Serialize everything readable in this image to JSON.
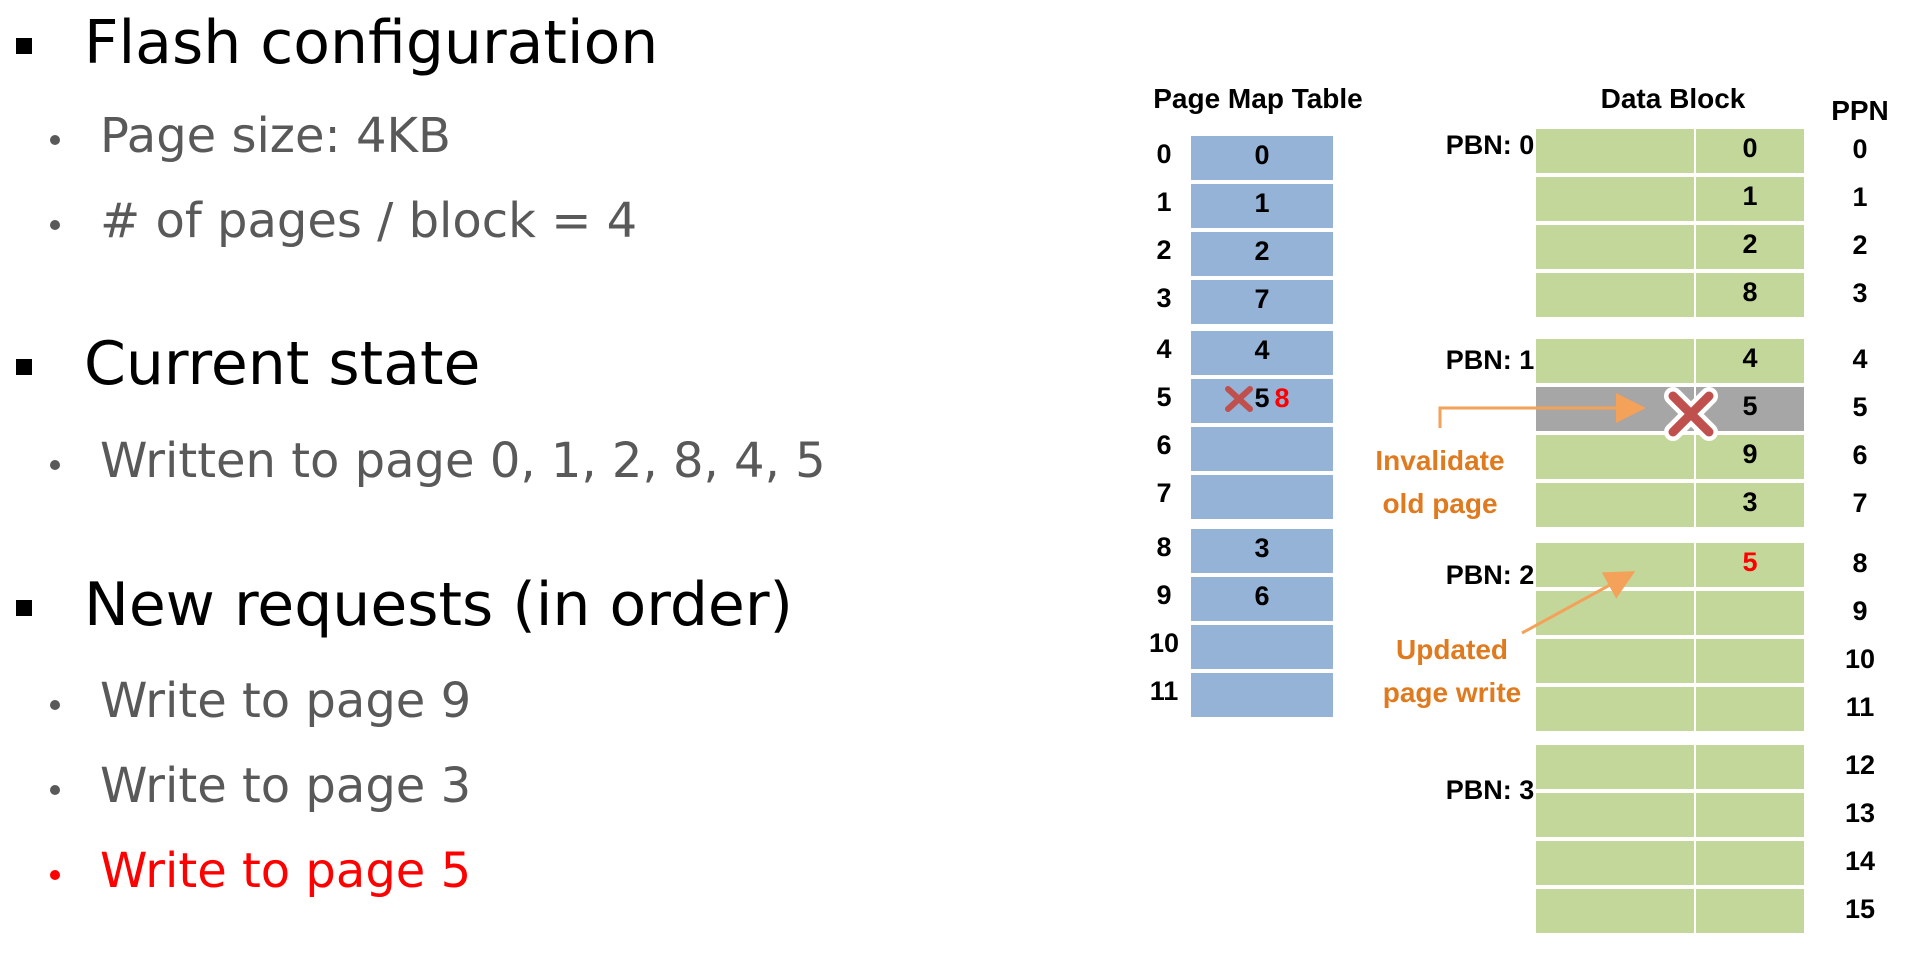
{
  "slide": {
    "sections": [
      {
        "title": "Flash configuration",
        "items": [
          "Page size: 4KB",
          "# of pages / block = 4"
        ]
      },
      {
        "title": "Current state",
        "items": [
          "Written to page 0, 1, 2, 8, 4, 5"
        ]
      },
      {
        "title": "New requests (in order)",
        "items": [
          "Write to page 9",
          "Write to page 3",
          "Write to page 5"
        ]
      }
    ]
  },
  "page_map_table": {
    "title": "Page Map Table",
    "row_labels": [
      "0",
      "1",
      "2",
      "3",
      "4",
      "5",
      "6",
      "7",
      "8",
      "9",
      "10",
      "11"
    ],
    "values": [
      "0",
      "1",
      "2",
      "7",
      "4",
      "5",
      "",
      "",
      "3",
      "6",
      "",
      ""
    ],
    "updated_value": "8"
  },
  "data_block": {
    "title": "Data Block",
    "ppn_title": "PPN",
    "blocks": [
      "PBN: 0",
      "PBN: 1",
      "PBN: 2",
      "PBN: 3"
    ],
    "ppn_labels": [
      "0",
      "1",
      "2",
      "3",
      "4",
      "5",
      "6",
      "7",
      "8",
      "9",
      "10",
      "11",
      "12",
      "13",
      "14",
      "15"
    ],
    "values": [
      "0",
      "1",
      "2",
      "8",
      "4",
      "5",
      "9",
      "3",
      "5",
      "",
      "",
      "",
      "",
      "",
      "",
      ""
    ]
  },
  "annotations": {
    "invalidate_line1": "Invalidate",
    "invalidate_line2": "old page",
    "updated_line1": "Updated",
    "updated_line2": "page write"
  },
  "colors": {
    "map_cell": "#95b3d7",
    "data_cell": "#c4d79b",
    "invalid_cell": "#a6a6a6",
    "annotation": "#e07a1f",
    "highlight_red": "#ff0000",
    "cross": "#c0504d"
  }
}
